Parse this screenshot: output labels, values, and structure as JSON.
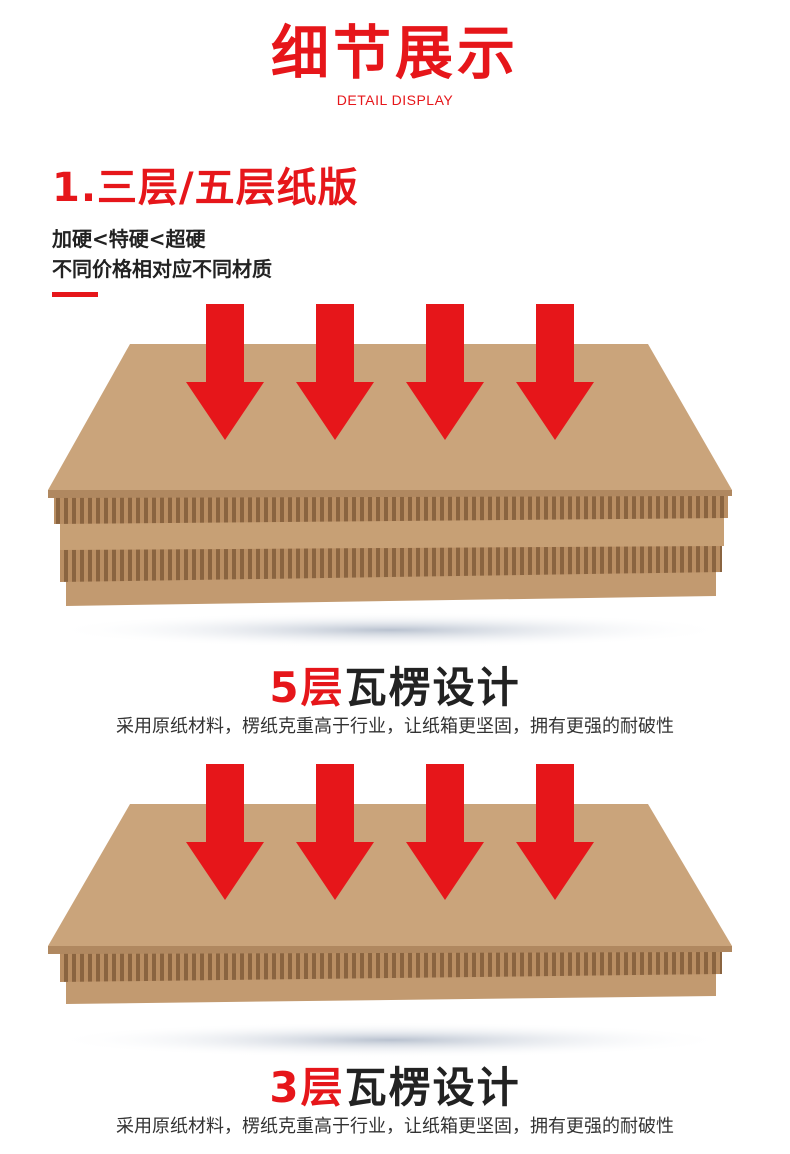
{
  "header": {
    "title_cn": "细节展示",
    "title_en": "DETAIL DISPLAY"
  },
  "section": {
    "heading": "1.三层/五层纸版",
    "desc_line1": "加硬<特硬<超硬",
    "desc_line2": "不同价格相对应不同材质"
  },
  "five_layer": {
    "number": "5层",
    "title": "瓦楞设计",
    "desc": "采用原纸材料，楞纸克重高于行业，让纸箱更坚固，拥有更强的耐破性"
  },
  "three_layer": {
    "number": "3层",
    "title": "瓦楞设计",
    "desc": "采用原纸材料，楞纸克重高于行业，让纸箱更坚固，拥有更强的耐破性"
  },
  "colors": {
    "accent": "#e6161a",
    "kraft": "#c9a37a",
    "kraft_dark": "#a9825a"
  }
}
